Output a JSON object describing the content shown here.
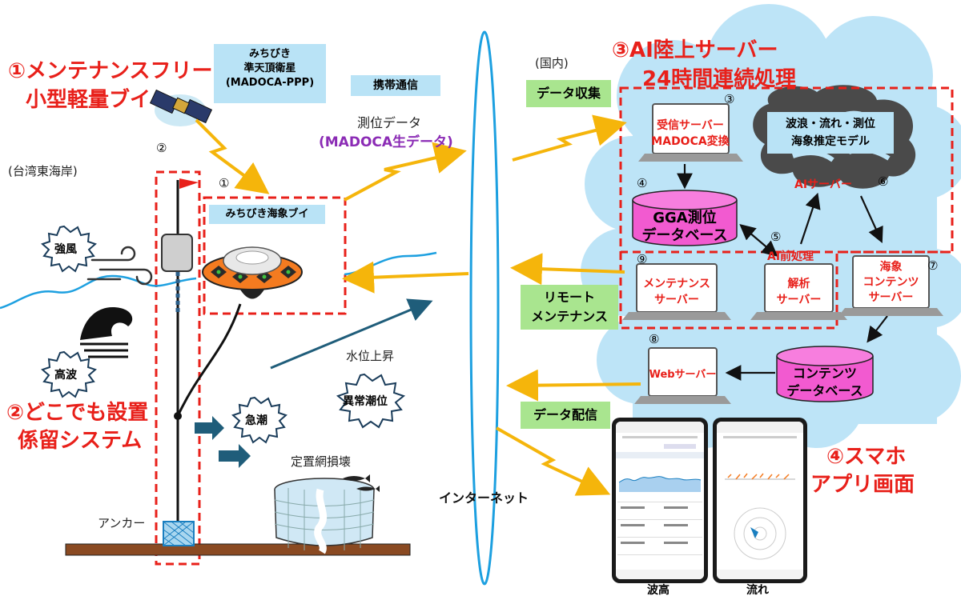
{
  "titles": {
    "t1_line1": "①メンテナンスフリー",
    "t1_line2": "小型軽量ブイ",
    "t2_line1": "②どこでも設置",
    "t2_line2": "係留システム",
    "t3_line1": "③AI陸上サーバー",
    "t3_line2": "24時間連続処理",
    "t4_line1": "④スマホ",
    "t4_line2": "アプリ画面"
  },
  "satellite": {
    "line1": "みちびき",
    "line2": "準天頂衛星",
    "line3": "(MADOCA-PPP)"
  },
  "labels": {
    "mobile": "携帯通信",
    "positioning_data": "測位データ",
    "madoca_raw": "(MADOCA生データ)",
    "domestic": "(国内)",
    "taiwan": "(台湾東海岸)",
    "buoy": "みちびき海象ブイ",
    "strong_wind": "強風",
    "high_wave": "高波",
    "rapid_current": "急潮",
    "abnormal_tide": "異常潮位",
    "water_rise": "水位上昇",
    "net_damage": "定置網損壊",
    "anchor": "アンカー",
    "internet": "インターネット",
    "data_collection": "データ収集",
    "remote_line1": "リモート",
    "remote_line2": "メンテナンス",
    "data_delivery": "データ配信",
    "wave_height": "波高",
    "flow": "流れ"
  },
  "numbers": {
    "n1": "①",
    "n2": "②",
    "n3": "③",
    "n4": "④",
    "n5": "⑤",
    "n6": "⑥",
    "n7": "⑦",
    "n8": "⑧",
    "n9": "⑨"
  },
  "servers": {
    "receive_line1": "受信サーバー",
    "receive_line2": "MADOCA変換",
    "model_line1": "波浪・流れ・測位",
    "model_line2": "海象推定モデル",
    "ai_server": "AIサーバー",
    "gga_line1": "GGA測位",
    "gga_line2": "データベース",
    "ai_pre": "AI前処理",
    "maintenance_line1": "メンテナンス",
    "maintenance_line2": "サーバー",
    "analysis_line1": "解析",
    "analysis_line2": "サーバー",
    "content_line1": "海象",
    "content_line2": "コンテンツ",
    "content_line3": "サーバー",
    "web": "Webサーバー",
    "content_db_line1": "コンテンツ",
    "content_db_line2": "データベース"
  },
  "colors": {
    "title_red": "#e8201a",
    "label_blue": "#b9e3f6",
    "label_green": "#a9e58f",
    "cloud": "#bde4f7",
    "db_pink": "#f25ad0",
    "arrow_yellow": "#f5b50b"
  }
}
